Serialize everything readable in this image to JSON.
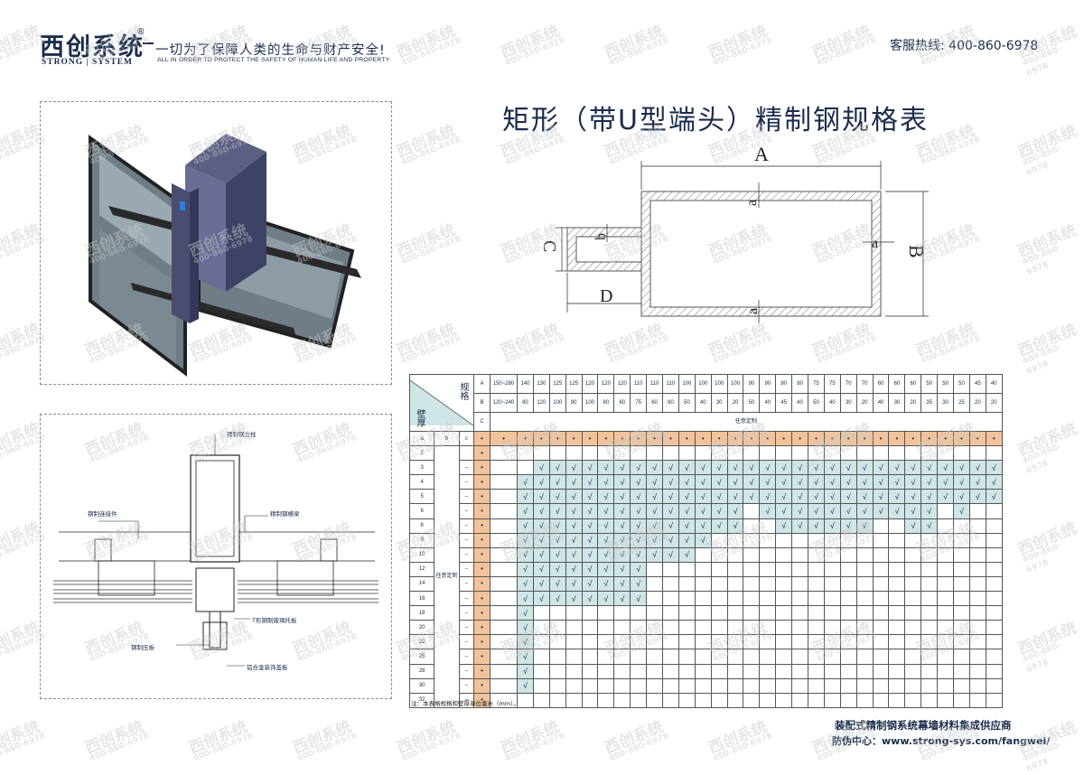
{
  "header": {
    "logo_cn": "西创系统",
    "logo_reg": "®",
    "logo_en": "STRONG | SYSTEM",
    "slogan": "一切为了保障人类的生命与财产安全!",
    "slogan_en": "ALL IN ORDER TO PROTECT THE SAFETY OF HUMAN LIFE AND PROPERTY",
    "hotline": "客服热线: 400-860-6978"
  },
  "title": "矩形（带U型端头）精制钢规格表",
  "profile_diagram": {
    "labels": {
      "A": "A",
      "B": "B",
      "C": "C",
      "D": "D",
      "a": "a",
      "b": "b"
    }
  },
  "section_diagram": {
    "labels": {
      "column": "精制钢立柱",
      "connector": "钢制连接件",
      "beam": "精制钢横梁",
      "t_plate": "T形钢制玻璃托板",
      "press_plate": "钢制压板",
      "cover": "铝合金装饰盖板"
    }
  },
  "table": {
    "corner_spec": "规格",
    "corner_wall": "壁厚",
    "row_A_label": "A",
    "row_B_label": "B",
    "row_C_label": "C",
    "A_values": [
      "150~280",
      "140",
      "130",
      "125",
      "125",
      "120",
      "120",
      "120",
      "110",
      "110",
      "110",
      "100",
      "100",
      "100",
      "100",
      "90",
      "90",
      "80",
      "80",
      "75",
      "75",
      "70",
      "70",
      "60",
      "60",
      "60",
      "50",
      "50",
      "50",
      "45",
      "40"
    ],
    "B_values": [
      "120~240",
      "80",
      "120",
      "100",
      "90",
      "100",
      "80",
      "60",
      "75",
      "60",
      "80",
      "50",
      "40",
      "30",
      "20",
      "50",
      "40",
      "45",
      "40",
      "50",
      "40",
      "30",
      "20",
      "40",
      "30",
      "20",
      "35",
      "30",
      "25",
      "20",
      "20"
    ],
    "C_text": "任意定制",
    "abc_headers": [
      "a",
      "b",
      "c"
    ],
    "b_text": "任意定制",
    "dash": "–",
    "dot": "•",
    "check": "√",
    "thickness_rows": [
      {
        "a": "2",
        "checks": []
      },
      {
        "a": "3",
        "checks": [
          2,
          3,
          4,
          5,
          6,
          7,
          8,
          9,
          10,
          11,
          12,
          13,
          14,
          15,
          16,
          17,
          18,
          19,
          20,
          21,
          22,
          23,
          24,
          25,
          26,
          27,
          28,
          29,
          30
        ]
      },
      {
        "a": "4",
        "checks": [
          1,
          2,
          3,
          4,
          5,
          6,
          7,
          8,
          9,
          10,
          11,
          12,
          13,
          14,
          15,
          16,
          17,
          18,
          19,
          20,
          21,
          22,
          23,
          24,
          25,
          26,
          27,
          28,
          29,
          30
        ]
      },
      {
        "a": "5",
        "checks": [
          1,
          2,
          3,
          4,
          5,
          6,
          7,
          8,
          9,
          10,
          11,
          12,
          13,
          14,
          15,
          16,
          17,
          18,
          19,
          20,
          21,
          22,
          23,
          24,
          25,
          26,
          27,
          28,
          29,
          30
        ]
      },
      {
        "a": "6",
        "checks": [
          1,
          2,
          3,
          4,
          5,
          6,
          7,
          8,
          9,
          10,
          11,
          12,
          13,
          14,
          16,
          17,
          18,
          19,
          20,
          21,
          22,
          23,
          24,
          25,
          26,
          28
        ]
      },
      {
        "a": "8",
        "checks": [
          1,
          2,
          3,
          4,
          5,
          6,
          7,
          8,
          9,
          10,
          11,
          12,
          13,
          14,
          17,
          18,
          19,
          20,
          21,
          22,
          25,
          26
        ]
      },
      {
        "a": "9",
        "checks": [
          1,
          2,
          3,
          4,
          5,
          6,
          7,
          8,
          9,
          10,
          11,
          12
        ]
      },
      {
        "a": "10",
        "checks": [
          1,
          2,
          3,
          4,
          5,
          6,
          7,
          8,
          9,
          10,
          11
        ]
      },
      {
        "a": "12",
        "checks": [
          1,
          2,
          3,
          4,
          5,
          6,
          7,
          8
        ]
      },
      {
        "a": "14",
        "checks": [
          1,
          2,
          3,
          4,
          5,
          6,
          7,
          8
        ]
      },
      {
        "a": "16",
        "checks": [
          1,
          2,
          3,
          4,
          5,
          6,
          7,
          8
        ]
      },
      {
        "a": "18",
        "checks": [
          1
        ]
      },
      {
        "a": "20",
        "checks": [
          1
        ]
      },
      {
        "a": "22",
        "checks": [
          1
        ]
      },
      {
        "a": "25",
        "checks": [
          1
        ]
      },
      {
        "a": "28",
        "checks": [
          1
        ]
      },
      {
        "a": "30",
        "checks": [
          1
        ]
      },
      {
        "a": "32",
        "checks": []
      }
    ]
  },
  "note": "注：本表格规格和壁厚单位毫米（mm）。",
  "footer": {
    "line1": "装配式精制钢系统幕墙材料集成供应商",
    "line2": "防伪中心：www.strong-sys.com/fangwei/"
  },
  "watermark": {
    "cn": "西创系统",
    "en": "400-860-6978"
  },
  "colors": {
    "navy": "#1b2c4c",
    "orange": "#f2c39a",
    "teal": "#cfe5e6",
    "frame": "#4a4d6e"
  }
}
